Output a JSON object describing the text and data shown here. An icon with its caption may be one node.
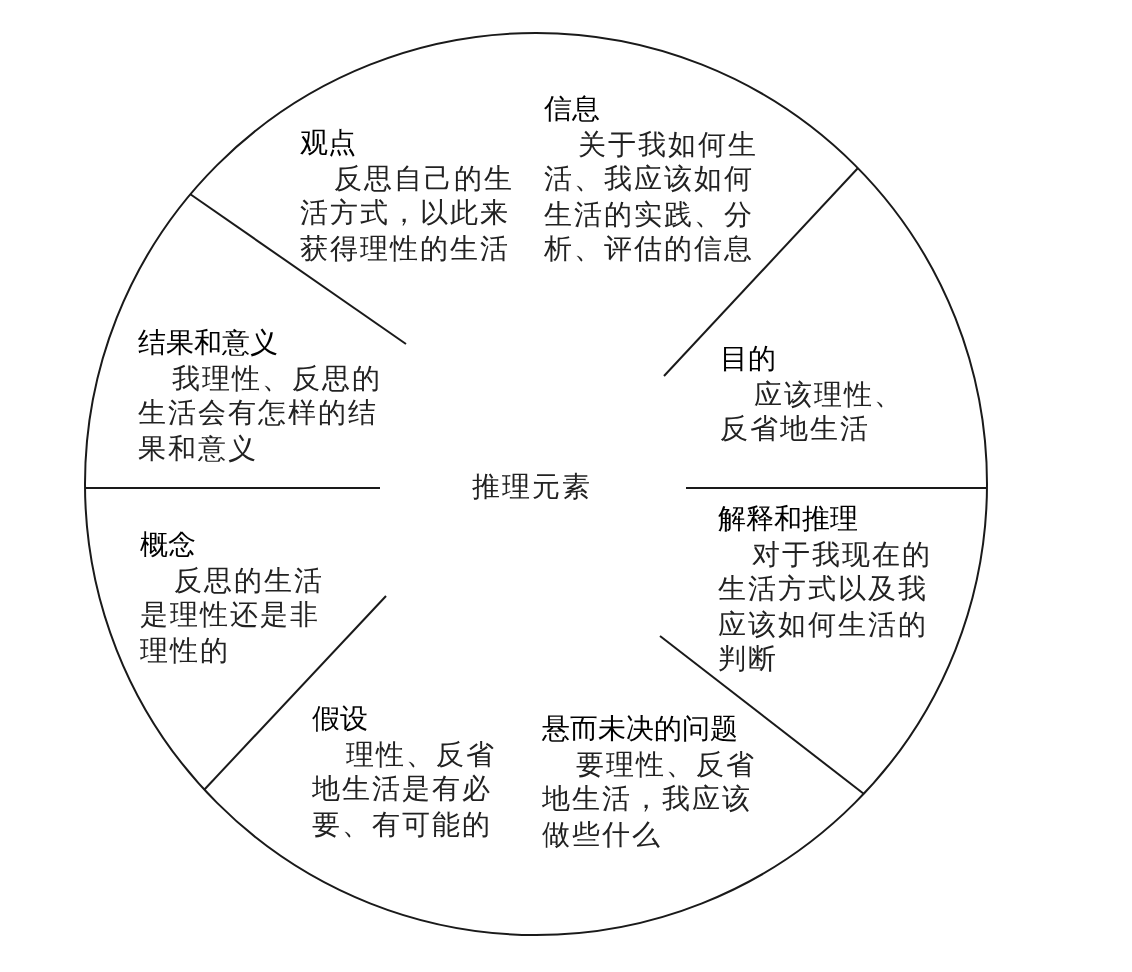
{
  "diagram": {
    "nodes": [
      {
        "text": [
          "推理元素"
        ]
      },
      {
        "text": [
          "观点",
          "反思自己的生活方式，以此来获得理性的生活"
        ],
        "in": 0
      },
      {
        "text": [
          "信息",
          "关于我如何生活、我应该如何生活的实践、分析、评估的信息"
        ],
        "in": 0
      },
      {
        "text": [
          "结果和意义",
          "我理性、反思的生活会有怎样的结果和意义"
        ],
        "in": 0
      },
      {
        "text": [
          "目的",
          "应该理性、反省地生活"
        ],
        "in": 0
      },
      {
        "text": [
          "概念",
          "反思的生活是理性还是非理性的"
        ],
        "in": 0
      },
      {
        "text": [
          "解释和推理",
          "对于我现在的生活方式以及我应该如何生活的判断"
        ],
        "in": 0
      },
      {
        "text": [
          "假设",
          "理性、反省地生活是有必要、有可能的"
        ],
        "in": 0
      },
      {
        "text": [
          "悬而未决的问题",
          "要理性、反省地生活，我应该做些什么"
        ],
        "in": 0
      }
    ]
  }
}
